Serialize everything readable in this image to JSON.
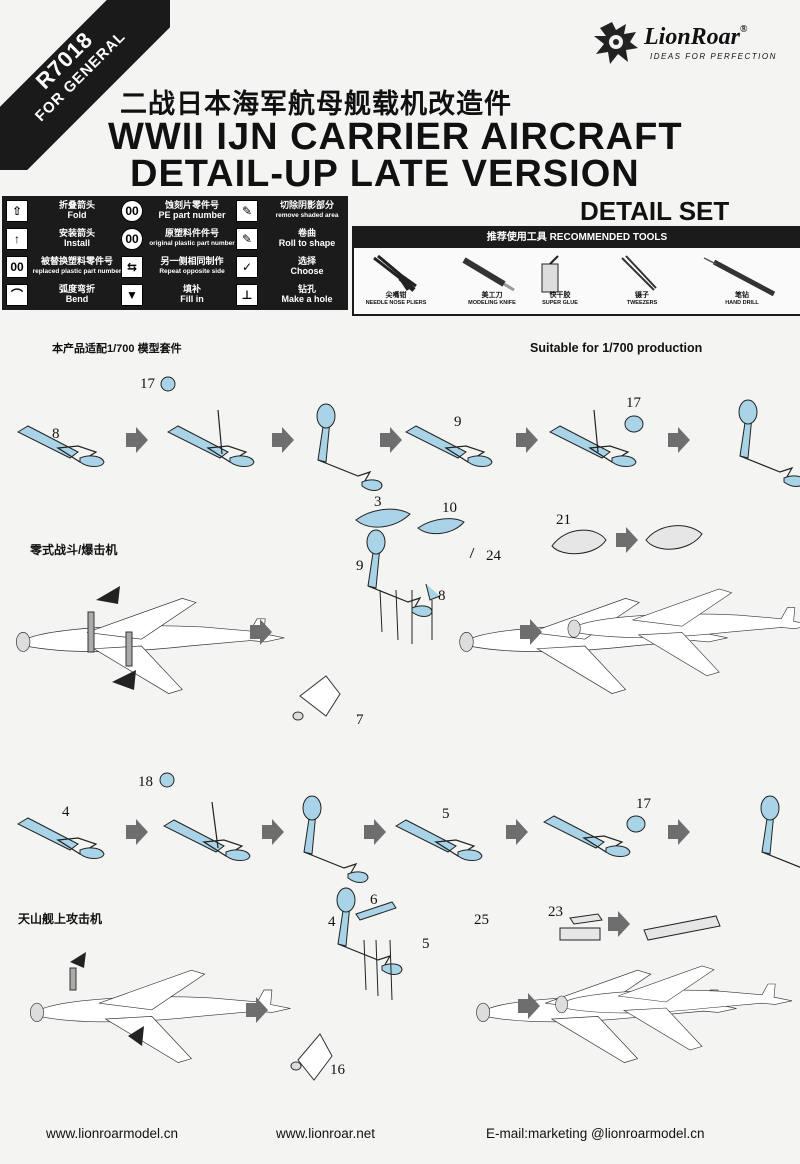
{
  "corner_banner": {
    "code": "R7018",
    "subtitle": "FOR GENERAL"
  },
  "brand": {
    "name": "LionRoar",
    "registered": "®",
    "tagline": "IDEAS FOR PERFECTION"
  },
  "title": {
    "cn": "二战日本海军航母舰载机改造件",
    "en_line1": "WWII IJN CARRIER AIRCRAFT",
    "en_line2": "DETAIL-UP LATE VERSION",
    "detail_set": "DETAIL SET"
  },
  "legend": [
    {
      "cn": "折叠箭头",
      "en": "Fold",
      "icon": "fold-arrow-icon",
      "glyph": "⇧"
    },
    {
      "cn": "蚀刻片零件号",
      "en": "PE part number",
      "icon": "pe-number-icon",
      "glyph": "00"
    },
    {
      "cn": "切除阴影部分",
      "en": "remove shaded area",
      "icon": "cut-shaded-icon",
      "glyph": "✎"
    },
    {
      "cn": "安装箭头",
      "en": "Install",
      "icon": "install-arrow-icon",
      "glyph": "↑"
    },
    {
      "cn": "原塑料件件号",
      "en": "original plastic part number",
      "icon": "plastic-number-icon",
      "glyph": "00"
    },
    {
      "cn": "卷曲",
      "en": "Roll to shape",
      "icon": "roll-icon",
      "glyph": "✎"
    },
    {
      "cn": "被替换塑料零件号",
      "en": "replaced plastic part number",
      "icon": "replaced-number-icon",
      "glyph": "00"
    },
    {
      "cn": "另一侧相同制作",
      "en": "Repeat opposite side",
      "icon": "repeat-side-icon",
      "glyph": "⇆"
    },
    {
      "cn": "选择",
      "en": "Choose",
      "icon": "choose-icon",
      "glyph": "✓"
    },
    {
      "cn": "弧度弯折",
      "en": "Bend",
      "icon": "bend-icon",
      "glyph": "⌒"
    },
    {
      "cn": "填补",
      "en": "Fill in",
      "icon": "fill-in-icon",
      "glyph": "▼"
    },
    {
      "cn": "钻孔",
      "en": "Make a hole",
      "icon": "drill-icon",
      "glyph": "⊥"
    }
  ],
  "tools": {
    "heading": "推荐使用工具 RECOMMENDED TOOLS",
    "items": [
      {
        "cn": "尖嘴钳",
        "en": "NEEDLE NOSE PLIERS",
        "icon": "pliers-icon"
      },
      {
        "cn": "美工刀",
        "en": "MODELING KNIFE",
        "icon": "knife-icon"
      },
      {
        "cn": "快干胶",
        "en": "SUPER GLUE",
        "icon": "glue-icon"
      },
      {
        "cn": "镊子",
        "en": "TWEEZERS",
        "icon": "tweezers-icon"
      },
      {
        "cn": "笔钻",
        "en": "HAND DRILL",
        "icon": "hand-drill-icon"
      }
    ]
  },
  "compatibility": {
    "cn": "本产品适配1/700 模型套件",
    "en": "Suitable for 1/700  production"
  },
  "sections": [
    {
      "label": "零式战斗/爆击机"
    },
    {
      "label": "天山舰上攻击机"
    }
  ],
  "part_numbers": {
    "row1": [
      "17",
      "8",
      "9",
      "17"
    ],
    "zero": [
      "3",
      "10",
      "9",
      "24",
      "8",
      "7",
      "21"
    ],
    "row2": [
      "18",
      "4",
      "5",
      "17"
    ],
    "tenzan": [
      "6",
      "4",
      "25",
      "5",
      "16",
      "23"
    ]
  },
  "footer": {
    "site1": "www.lionroarmodel.cn",
    "site2": "www.lionroar.net",
    "email": "E-mail:marketing @lionroarmodel.cn"
  },
  "colors": {
    "pe_blue": "#a9d3e6",
    "dark": "#1b1b1b"
  }
}
